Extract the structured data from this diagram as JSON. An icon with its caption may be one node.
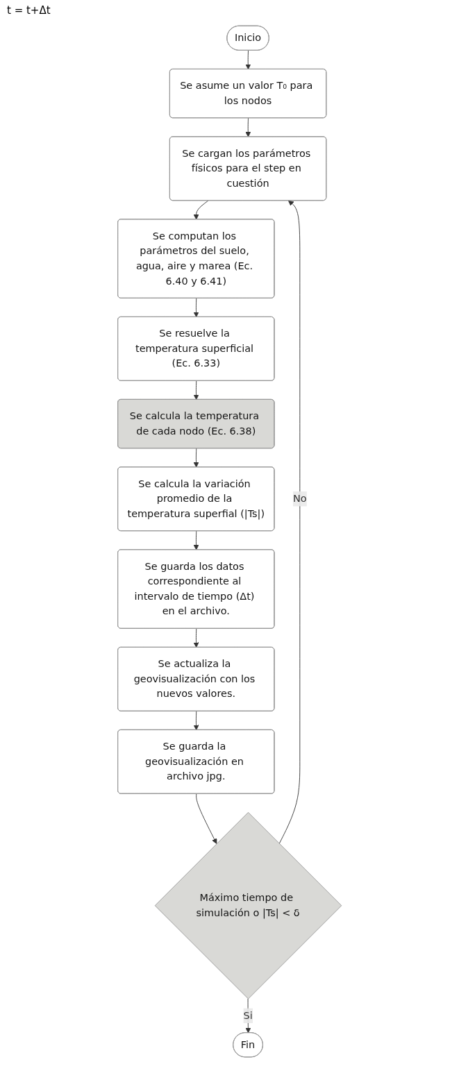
{
  "diagram": {
    "nodes": [
      {
        "text": [
          "Inicio"
        ]
      },
      {
        "text": [
          "Se asume un valor T₀ para los nodos"
        ]
      },
      {
        "text": [
          "Se cargan los parámetros físicos para el step en cuestión"
        ]
      },
      {
        "text": [
          "Se computan los parámetros del suelo, agua, aire y marea (Ec. 6.40 y 6.41)"
        ]
      },
      {
        "text": [
          "Se resuelve la temperatura superficial (Ec. 6.33)"
        ]
      },
      {
        "text": [
          "Se calcula la temperatura de cada nodo (Ec. 6.38)"
        ]
      },
      {
        "text": [
          "Se calcula la variación promedio de la temperatura superfial (|Ts|)"
        ]
      },
      {
        "text": [
          "Se guarda los datos correspondiente al intervalo de tiempo (Δt) en el archivo."
        ]
      },
      {
        "text": [
          "Se actualiza la geovisualización con los nuevos valores."
        ]
      },
      {
        "text": [
          "Se guarda la geovisualización en archivo jpg."
        ]
      },
      {
        "text": [
          "Máximo tiempo de simulación o |Ts| < δ"
        ]
      },
      {
        "text": [
          "Fin"
        ]
      }
    ],
    "edges": [
      {
        "from": 0,
        "to": 1,
        "arrow": "to"
      },
      {
        "from": 1,
        "to": 2,
        "arrow": "to"
      },
      {
        "from": 2,
        "to": 3,
        "arrow": "to"
      },
      {
        "from": 3,
        "to": 4,
        "arrow": "to"
      },
      {
        "from": 4,
        "to": 5,
        "arrow": "to"
      },
      {
        "from": 5,
        "to": 6,
        "arrow": "to"
      },
      {
        "from": 6,
        "to": 7,
        "arrow": "to"
      },
      {
        "from": 7,
        "to": 8,
        "arrow": "to"
      },
      {
        "from": 8,
        "to": 9,
        "arrow": "to"
      },
      {
        "from": 9,
        "to": 10,
        "arrow": "to"
      },
      {
        "from": 10,
        "to": 11,
        "arrow": "to",
        "label": "Si"
      },
      {
        "from": 10,
        "to": 2,
        "arrow": "to",
        "label": "No"
      }
    ],
    "labels": [
      "t = t+Δt"
    ]
  }
}
